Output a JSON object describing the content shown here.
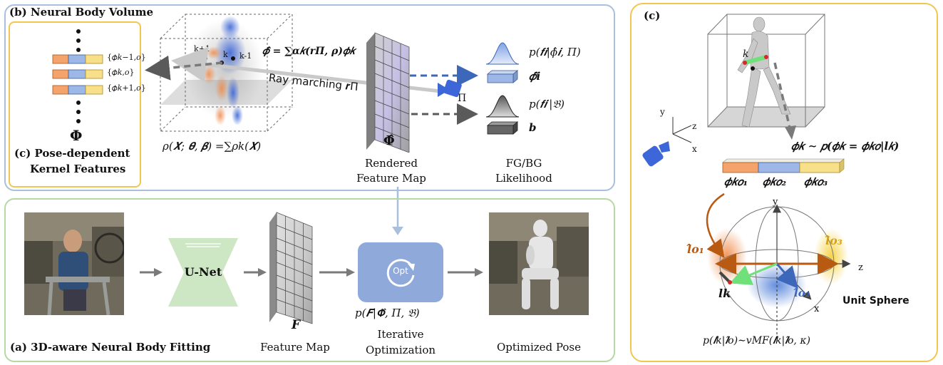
{
  "colors": {
    "panel_b_border": "#a9bfdc",
    "panel_a_border": "#b5d8a5",
    "panel_c_border": "#f2c64f",
    "unet_fill": "#cde6c4",
    "opt_fill": "#8fa9da",
    "feature_orange": "#f3a36b",
    "feature_blue": "#9db8e6",
    "feature_yellow": "#f8e08a",
    "arrow_dark": "#5a5a5a",
    "arrow_blue": "#3d67b8",
    "arrow_light": "#c9c9c9",
    "vmf_orange": "#f08a4a",
    "vmf_blue": "#4f7fd9",
    "vmf_yellow": "#f7d13b",
    "green_arrow": "#6fe07a",
    "brown_arrow": "#b85a12"
  },
  "panel_b": {
    "title": "(b) Neural Body Volume",
    "density_label": "ρ(𝑿; 𝜽, 𝜷) =∑ρ𝑘(𝑿)",
    "voxel_labels": [
      "k+1",
      "k",
      "k-1"
    ],
    "interp_eq": "𝜙̂ = ∑α𝑘(𝒓Π, ρ)𝜙𝑘",
    "ray_label": "Ray marching 𝒓Π",
    "camera_label": "Π",
    "rendered_symbol": "𝚽̂",
    "rendered_caption": [
      "Rendered",
      "Feature Map"
    ],
    "fg_likelihood": "𝑝(𝒇𝒊|𝜙̂𝒊, Π)",
    "fg_feature": "𝜙̂𝒊",
    "bg_likelihood": "𝑝(𝒇𝒊′|𝔅)",
    "bg_feature": "𝒃",
    "likelihood_caption": [
      "FG/BG",
      "Likelihood"
    ]
  },
  "panel_c_inset": {
    "title_lines": [
      "(c) Pose-dependent",
      "Kernel Features"
    ],
    "features": [
      "{𝜙𝑘−1,𝑜}",
      "{𝜙𝑘,𝑜}",
      "{𝜙𝑘+1,𝑜}"
    ],
    "symbol": "𝚽"
  },
  "panel_a": {
    "title": "(a) 3D-aware Neural Body Fitting",
    "unet_label": "U-Net",
    "feature_symbol": "𝑭",
    "feature_caption": "Feature Map",
    "opt_label": "Opt",
    "opt_eq": "𝑝(𝑭|𝚽̂, Π, 𝔅)",
    "opt_caption": [
      "Iterative",
      "Optimization"
    ],
    "result_caption": "Optimized Pose"
  },
  "panel_c": {
    "title": "(c)",
    "joint_label": "𝑘",
    "axis_labels": [
      "y",
      "z",
      "x"
    ],
    "dist_eq": "𝜙𝑘 ∼ 𝑝(𝜙𝑘 = 𝜙𝑘𝑜|𝒍𝑘)",
    "component_labels": [
      "𝜙𝑘𝑜₁",
      "𝜙𝑘𝑜₂",
      "𝜙𝑘𝑜₃"
    ],
    "sphere_axes": [
      "y",
      "z",
      "x"
    ],
    "o1_label": "𝒍̂𝒐₁",
    "o2_label": "𝒍̂𝒐₂",
    "o3_label": "𝒍̂𝒐₃",
    "lk_label": "𝒍𝒌",
    "sphere_caption": "Unit Sphere",
    "vmf_eq": "𝑝(𝒍𝑘|𝒍̂𝑜)∼vMF(𝒍𝑘|𝒍̂𝑜, κ)"
  }
}
